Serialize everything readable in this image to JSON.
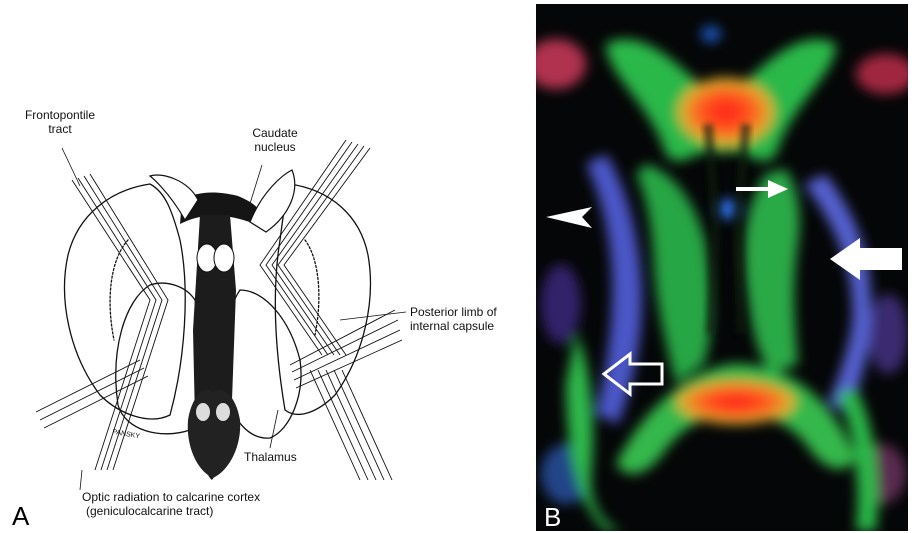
{
  "panel_a": {
    "letter": "A",
    "labels": {
      "frontopontile_1": "Frontopontile",
      "frontopontile_2": "tract",
      "caudate_1": "Caudate",
      "caudate_2": "nucleus",
      "posterior_1": "Posterior limb of",
      "posterior_2": "internal capsule",
      "thalamus": "Thalamus",
      "optic_1": "Optic radiation to calcarine cortex",
      "optic_2": "(geniculocalcarine tract)",
      "signature": "PANSKY"
    }
  },
  "panel_b": {
    "letter": "B",
    "markers": [
      "arrowhead",
      "small-arrow",
      "large-arrow",
      "open-arrow"
    ]
  },
  "colors": {
    "figure_background": "#ffffff",
    "mri_background": "#050607",
    "tract_green": "#2fbf4a",
    "tract_blue": "#4f63d8",
    "tract_red": "#ee2a2a",
    "marker": "#ffffff"
  }
}
